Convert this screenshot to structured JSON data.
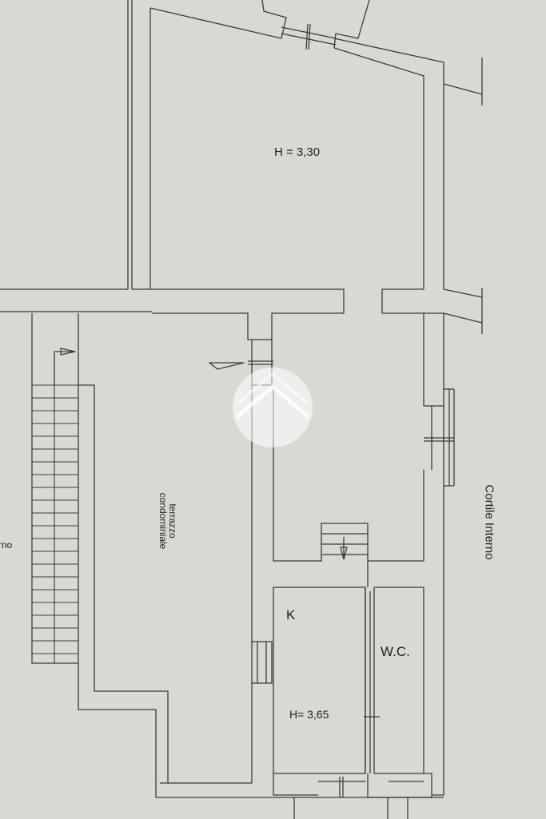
{
  "room_labels": {
    "upper_room_height": "H = 3,30",
    "kitchen": "K",
    "wc": "W.C.",
    "kitchen_height": "H= 3,65"
  },
  "area_labels": {
    "terrace_line1": "terrazzo",
    "terrace_line2": "condominiale",
    "courtyard": "Cortile Interno",
    "left_edge_fragment": "rno"
  },
  "colors": {
    "paper": "#d9d9d4",
    "wall_fill": "#cfcfc9",
    "line": "#3a3a3a",
    "watermark": "#ffffff"
  },
  "icons": {
    "watermark": "white-circle-logo",
    "stairs": "stair-treads",
    "direction": "arrow"
  }
}
